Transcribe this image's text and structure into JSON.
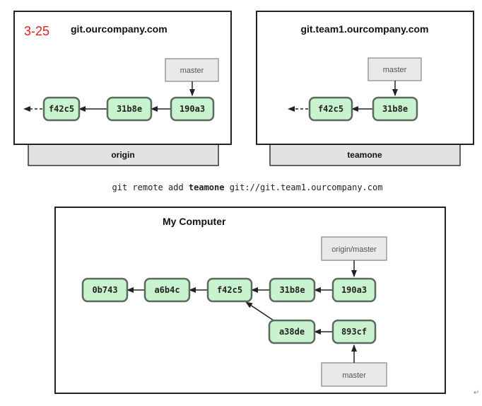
{
  "figure_label": "3-25",
  "panels": {
    "origin": {
      "title": "git.ourcompany.com",
      "label": "origin",
      "ref": "master",
      "commits": [
        "f42c5",
        "31b8e",
        "190a3"
      ]
    },
    "teamone": {
      "title": "git.team1.ourcompany.com",
      "label": "teamone",
      "ref": "master",
      "commits": [
        "f42c5",
        "31b8e"
      ]
    },
    "local": {
      "title": "My Computer",
      "ref_top": "origin/master",
      "ref_bottom": "master",
      "main_commits": [
        "0b743",
        "a6b4c",
        "f42c5",
        "31b8e",
        "190a3"
      ],
      "branch_commits": [
        "a38de",
        "893cf"
      ]
    }
  },
  "command": {
    "prefix": "git remote add ",
    "remote_name": "teamone",
    "url": " git://git.team1.ourcompany.com"
  },
  "return_mark": "↵"
}
